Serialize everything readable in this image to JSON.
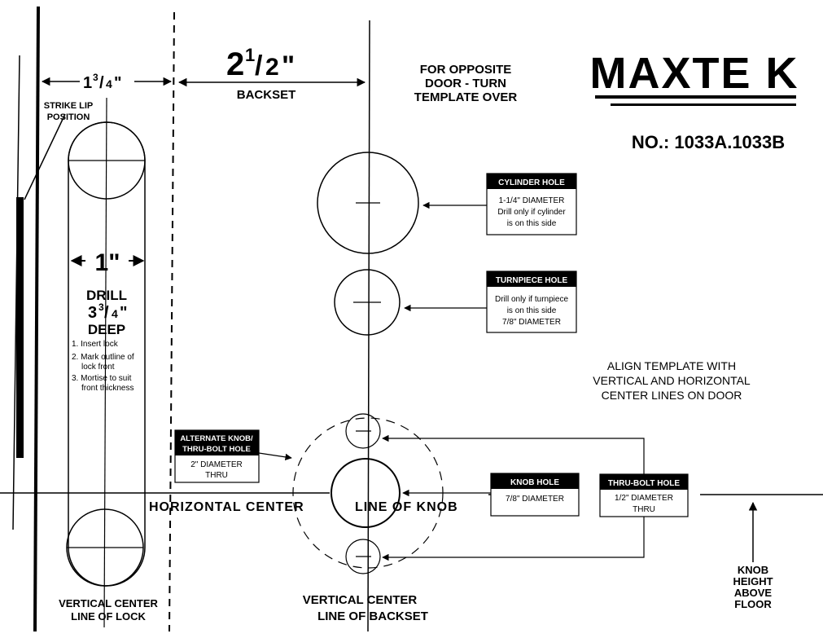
{
  "brand": {
    "logo_text": "MAXTE K",
    "model_no": "NO.: 1033A.1033B"
  },
  "dimensions": {
    "door_thickness": {
      "whole": "1",
      "sup": "3",
      "sub": "4",
      "suffix": "\""
    },
    "backset": {
      "whole": "2",
      "sup": "1",
      "sub": "2",
      "suffix": "\"",
      "label": "BACKSET"
    },
    "bore_width": "1\"",
    "drill_depth": {
      "line1": "DRILL",
      "whole": "3",
      "sup": "3",
      "sub": "4",
      "suffix": "\"",
      "line3": "DEEP"
    }
  },
  "notes": {
    "opposite_door": [
      "FOR OPPOSITE",
      "DOOR - TURN",
      "TEMPLATE OVER"
    ],
    "align": [
      "ALIGN TEMPLATE WITH",
      "VERTICAL AND HORIZONTAL",
      "CENTER LINES ON DOOR"
    ],
    "strike_lip": [
      "STRIKE LIP",
      "POSITION"
    ],
    "drill_steps": [
      "1. Insert lock",
      "2. Mark outline of",
      "lock front",
      "3. Mortise to suit",
      "front thickness"
    ]
  },
  "callouts": {
    "cylinder": {
      "title": "CYLINDER HOLE",
      "body": [
        "1-1/4\" DIAMETER",
        "Drill only if cylinder",
        "is on this side"
      ]
    },
    "turnpiece": {
      "title": "TURNPIECE HOLE",
      "body": [
        "Drill only if turnpiece",
        "is on this side",
        "7/8\"  DIAMETER"
      ]
    },
    "alternate": {
      "title": [
        "ALTERNATE KNOB/",
        "THRU-BOLT HOLE"
      ],
      "body": [
        "2\" DIAMETER",
        "THRU"
      ]
    },
    "knob": {
      "title": "KNOB HOLE",
      "body": [
        "7/8\" DIAMETER"
      ]
    },
    "thru_bolt": {
      "title": "THRU-BOLT HOLE",
      "body": [
        "1/2\" DIAMETER",
        "THRU"
      ]
    }
  },
  "lines": {
    "horizontal_center": [
      "HORIZONTAL  CENTER",
      "LINE  OF  KNOB"
    ],
    "vertical_lock": [
      "VERTICAL CENTER",
      "LINE OF LOCK"
    ],
    "vertical_backset": [
      "VERTICAL CENTER",
      "LINE OF BACKSET"
    ],
    "knob_height": [
      "KNOB",
      "HEIGHT",
      "ABOVE",
      "FLOOR"
    ]
  }
}
